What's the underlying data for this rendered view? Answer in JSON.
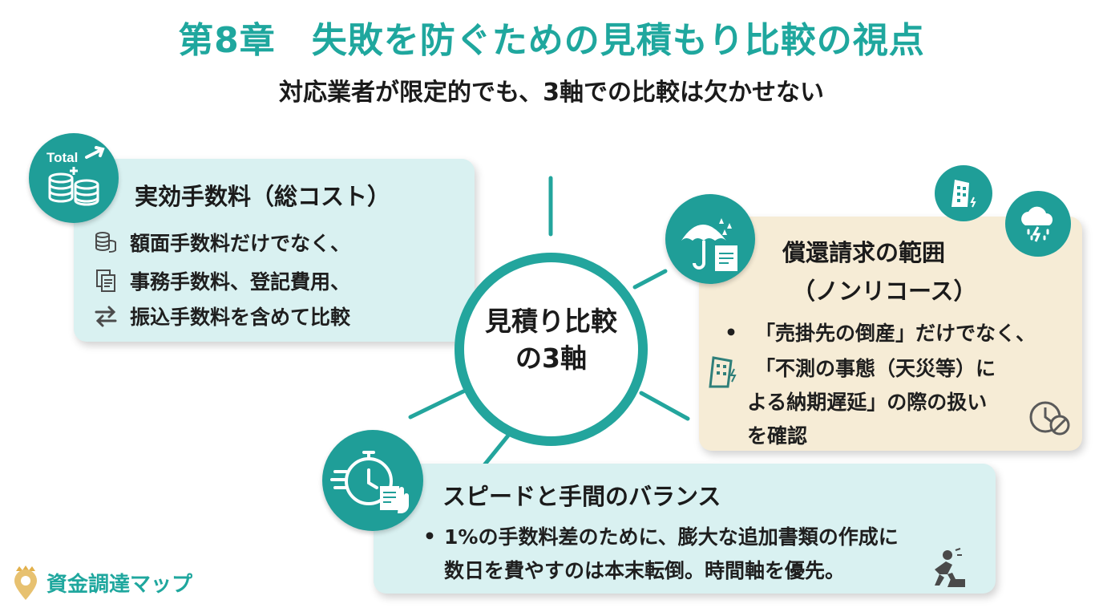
{
  "header": {
    "title": "第8章　失敗を防ぐための見積もり比較の視点",
    "subtitle": "対応業者が限定的でも、3軸での比較は欠かせない"
  },
  "hub": {
    "line1": "見積り比較",
    "line2": "の3軸"
  },
  "cost_card": {
    "icon_text": "Total",
    "title": "実効手数料（総コスト）",
    "items": [
      "額面手数料だけでなく、",
      "事務手数料、登記費用、",
      "振込手数料を含めて比較"
    ]
  },
  "recourse_card": {
    "title_line1": "償還請求の範囲",
    "title_line2": "（ノンリコース）",
    "bullet": "•",
    "lines": [
      "「売掛先の倒産」だけでなく、",
      "「不測の事態（天災等）に",
      "よる納期遅延」の際の扱い",
      "を確認"
    ]
  },
  "speed_card": {
    "title": "スピードと手間のバランス",
    "bullet": "•",
    "lines": [
      "1%の手数料差のために、膨大な追加書類の作成に",
      "数日を費やすのは本末転倒。時間軸を優先。"
    ]
  },
  "brand": {
    "name": "資金調達マップ"
  },
  "colors": {
    "accent": "#1fa79e",
    "teal_panel": "#d9f1f1",
    "beige_panel": "#f6ecd6"
  }
}
